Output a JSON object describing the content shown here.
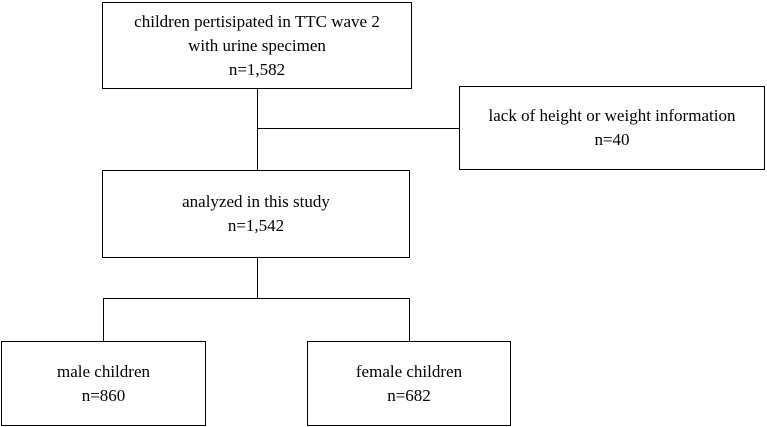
{
  "nodes": {
    "participants": {
      "lines": [
        "children pertisipated in TTC wave 2",
        "with urine specimen",
        "n=1,582"
      ]
    },
    "excluded": {
      "lines": [
        "lack of height or weight information",
        "n=40"
      ]
    },
    "analyzed": {
      "lines": [
        "analyzed in this study",
        "n=1,542"
      ]
    },
    "male": {
      "lines": [
        "male children",
        "n=860"
      ]
    },
    "female": {
      "lines": [
        "female children",
        "n=682"
      ]
    }
  },
  "colors": {
    "line": "#000000",
    "box_fill": "#ffffff",
    "text": "#000000"
  }
}
